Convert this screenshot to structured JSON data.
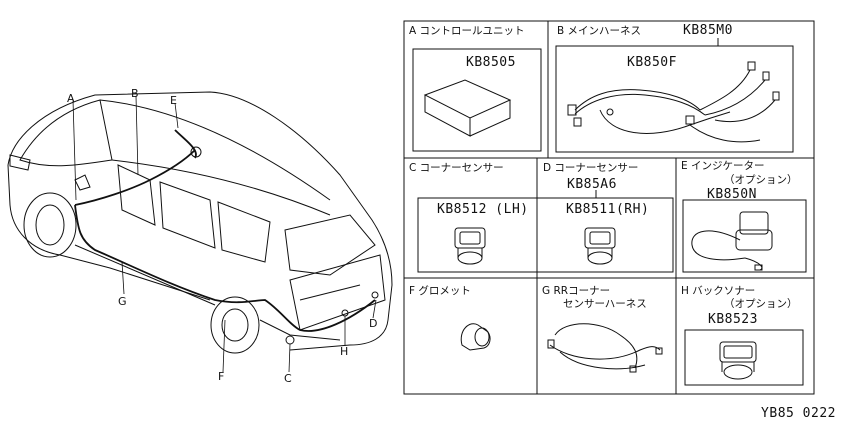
{
  "car_callouts": {
    "a": "A",
    "b": "B",
    "c": "C",
    "d": "D",
    "e": "E",
    "f": "F",
    "g": "G",
    "h": "H"
  },
  "panels": {
    "a": {
      "title": "A コントロールユニット",
      "part_no": "KB8505"
    },
    "b": {
      "title": "B メインハーネス",
      "part_no_outer": "KB85M0",
      "part_no_inner": "KB850F"
    },
    "c": {
      "title": "C コーナーセンサー",
      "part_no": "KB8512 (LH)"
    },
    "d": {
      "title": "D コーナーセンサー",
      "part_no_outer": "KB85A6",
      "part_no": "KB8511(RH)"
    },
    "e": {
      "title_line1": "E インジケーター",
      "title_line2": "（オプション）",
      "part_no": "KB850N"
    },
    "f": {
      "title": "F グロメット"
    },
    "g": {
      "title_line1": "G RRコーナー",
      "title_line2": "センサーハーネス"
    },
    "h": {
      "title_line1": "H バックソナー",
      "title_line2": "（オプション）",
      "part_no": "KB8523"
    }
  },
  "figure_code": "YB85 0222"
}
